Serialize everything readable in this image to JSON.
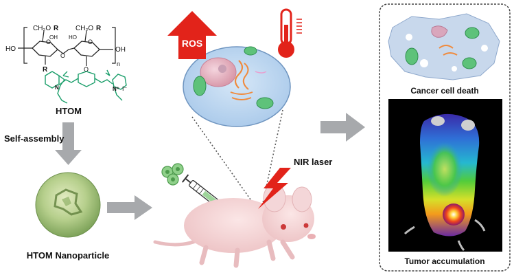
{
  "structure": {
    "name": "HTOM",
    "atom_o": "O",
    "group_ch2or": "CH₂O",
    "r_label": "R",
    "ho": "HO",
    "oh": "OH",
    "repeat_n": "n",
    "iodide": "I⁻",
    "n_plus": "N⁺",
    "n_atom": "N",
    "r_color": "#e4703a",
    "dye_color": "#1a9e6a"
  },
  "labels": {
    "self_assembly": "Self-assembly",
    "nanoparticle": "HTOM Nanoparticle",
    "ros": "ROS",
    "nir_laser": "NIR laser",
    "cancer_cell_death": "Cancer cell death",
    "tumor_accumulation": "Tumor accumulation"
  },
  "colors": {
    "ros_arrow": "#e2231a",
    "gray_arrow": "#a7a9ac",
    "cell_fill": "#bcd7f0",
    "nucleus": "#e8b9c6",
    "laser": "#e2231a",
    "panel_border": "#444444"
  },
  "icons": {
    "thermometer": "thermometer-icon",
    "laser_bolt": "lightning-bolt-icon",
    "syringe": "syringe-icon",
    "mouse": "mouse-icon"
  }
}
